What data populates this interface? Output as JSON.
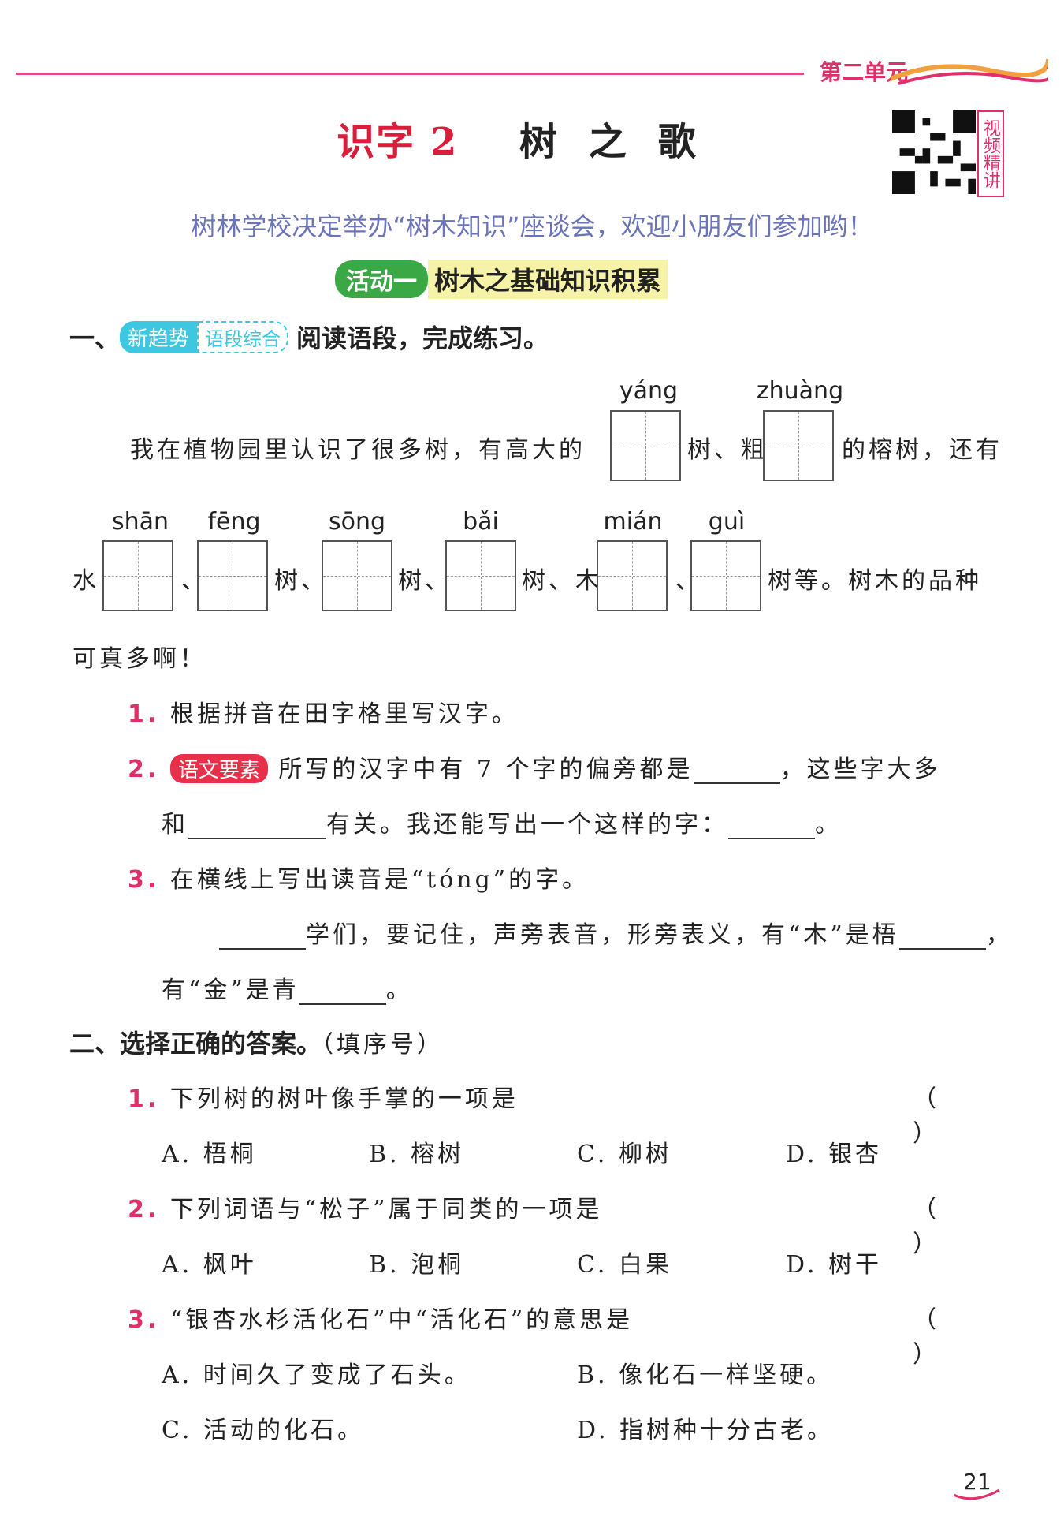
{
  "header": {
    "unit": "第二单元",
    "title_prefix": "识字 2",
    "title_main": "树之歌",
    "qr_label": "视频精讲"
  },
  "intro": "树林学校决定举办“树木知识”座谈会，欢迎小朋友们参加哟！",
  "activity": {
    "badge": "活动一",
    "text": "树木之基础知识积累"
  },
  "section1": {
    "index": "一、",
    "tag1": "新趋势",
    "tag2": "语段综合",
    "heading": "阅读语段，完成练习。",
    "line1_text_a": "我在植物园里认识了很多树，有高大的",
    "line1_text_b": "树、粗",
    "line1_text_c": "的榕树，还有",
    "pinyin": [
      "yáng",
      "zhuàng",
      "shān",
      "fēng",
      "sōng",
      "bǎi",
      "mián",
      "guì"
    ],
    "line2_a": "水",
    "line2_b": "、",
    "line2_c": "树、",
    "line2_d": "树、",
    "line2_e": "树、木",
    "line2_f": "、",
    "line2_g": "树等。树木的品种",
    "line3": "可真多啊！",
    "q1_num": "1.",
    "q1": "根据拼音在田字格里写汉字。",
    "q2_num": "2.",
    "q2_tag": "语文要素",
    "q2_a": "所写的汉字中有 7 个字的偏旁都是",
    "q2_b": "，这些字大多",
    "q2_c": "和",
    "q2_d": "有关。我还能写出一个这样的字：",
    "q2_e": "。",
    "q3_num": "3.",
    "q3": "在横线上写出读音是“tóng”的字。",
    "q3_a": "学们，要记住，声旁表音，形旁表义，有“木”是梧",
    "q3_b": "，",
    "q3_c": "有“金”是青",
    "q3_d": "。"
  },
  "section2": {
    "heading": "二、选择正确的答案。",
    "note": "（填序号）",
    "paren": "（ ）",
    "questions": [
      {
        "num": "1.",
        "text": "下列树的树叶像手掌的一项是",
        "options": [
          "A. 梧桐",
          "B. 榕树",
          "C. 柳树",
          "D. 银杏"
        ]
      },
      {
        "num": "2.",
        "text": "下列词语与“松子”属于同类的一项是",
        "options": [
          "A. 枫叶",
          "B. 泡桐",
          "C. 白果",
          "D. 树干"
        ]
      },
      {
        "num": "3.",
        "text": "“银杏水杉活化石”中“活化石”的意思是",
        "options": [
          "A. 时间久了变成了石头。",
          "B. 像化石一样坚硬。",
          "C. 活动的化石。",
          "D. 指树种十分古老。"
        ]
      }
    ]
  },
  "page_number": "21",
  "colors": {
    "accent": "#e0306a",
    "title_red": "#d81e3a",
    "activity_green": "#3aa845",
    "intro_blue": "#6b74b8"
  }
}
